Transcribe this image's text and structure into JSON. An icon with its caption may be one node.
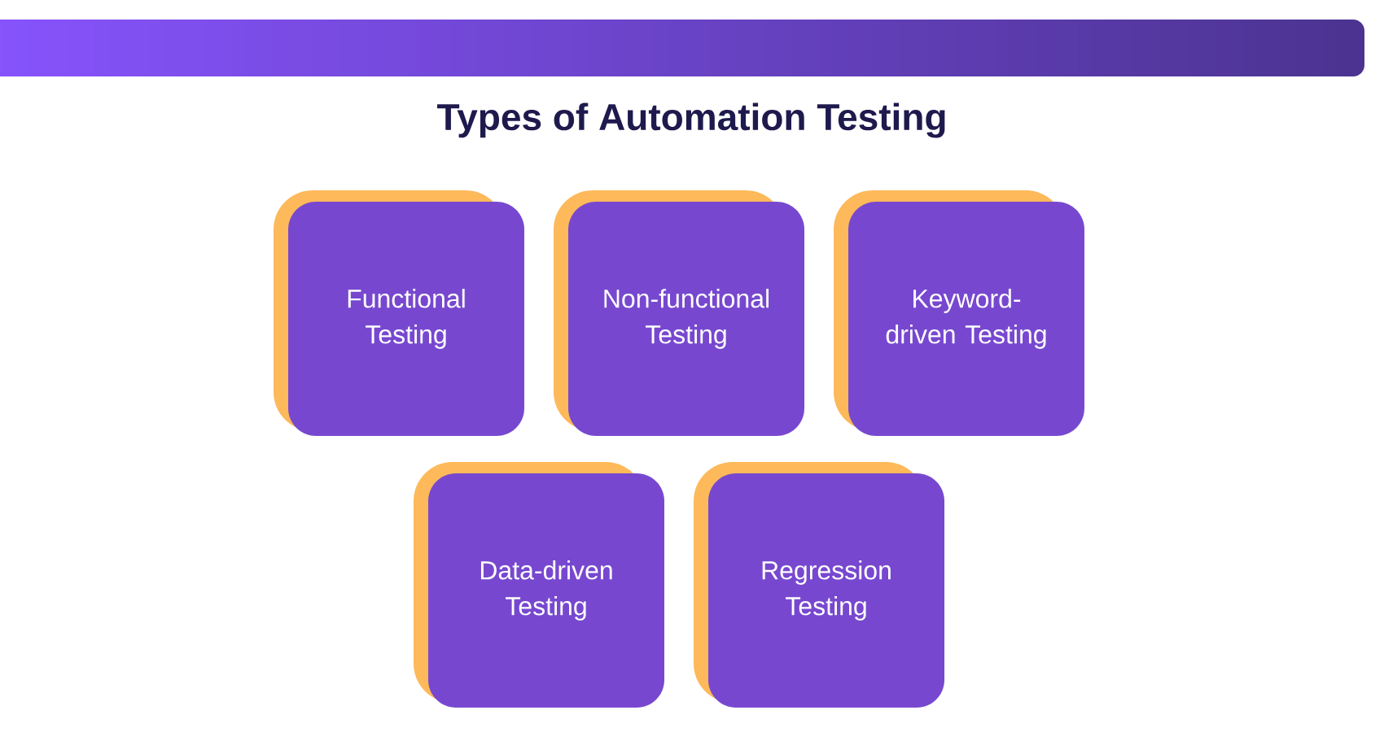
{
  "diagram": {
    "title": "Types of Automation Testing",
    "nodes": [
      {
        "text": [
          "Functional Testing"
        ]
      },
      {
        "text": [
          "Non-functional Testing"
        ]
      },
      {
        "text": [
          "Keyword-driven Testing"
        ]
      },
      {
        "text": [
          "Data-driven Testing"
        ]
      },
      {
        "text": [
          "Regression Testing"
        ]
      }
    ]
  }
}
